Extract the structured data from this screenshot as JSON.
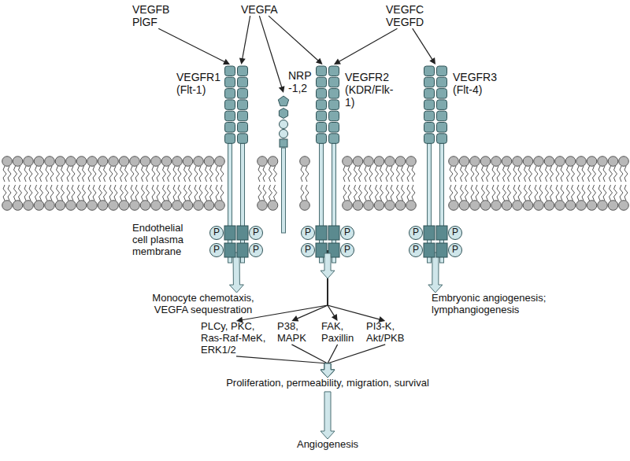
{
  "diagram": {
    "nodes": [
      {
        "text": [
          "VEGFB PlGF"
        ]
      },
      {
        "text": [
          "VEGFA"
        ]
      },
      {
        "text": [
          "VEGFC VEGFD"
        ]
      },
      {
        "text": [
          "VEGFR1 (Flt-1)"
        ]
      },
      {
        "text": [
          "NRP -1,2"
        ]
      },
      {
        "text": [
          "VEGFR2 (KDR/Flk-1)"
        ]
      },
      {
        "text": [
          "VEGFR3 (Flt-4)"
        ]
      },
      {
        "text": [
          "P"
        ]
      },
      {
        "text": [
          "P"
        ]
      },
      {
        "text": [
          "P"
        ]
      },
      {
        "text": [
          "P"
        ]
      },
      {
        "text": [
          "P"
        ]
      },
      {
        "text": [
          "P"
        ]
      },
      {
        "text": [
          "P"
        ]
      },
      {
        "text": [
          "P"
        ]
      },
      {
        "text": [
          "P"
        ]
      },
      {
        "text": [
          "P"
        ]
      },
      {
        "text": [
          "P"
        ]
      },
      {
        "text": [
          "P"
        ]
      },
      {
        "text": [
          "Monocyte chemotaxis, VEGFA sequestration"
        ]
      },
      {
        "text": [
          "Embryonic angiogenesis; lymphangiogenesis"
        ]
      },
      {
        "text": [
          "PLCy, PKC, Ras-Raf-MeK, ERK1/2"
        ]
      },
      {
        "text": [
          "P38, MAPK"
        ]
      },
      {
        "text": [
          "FAK, Paxillin"
        ]
      },
      {
        "text": [
          "PI3-K, Akt/PKB"
        ]
      },
      {
        "text": [
          "Proliferation, permeability, migration, survival"
        ]
      },
      {
        "text": [
          "Angiogenesis"
        ]
      }
    ],
    "edges": [
      {
        "from": 0,
        "to": 3,
        "arrow": "to"
      },
      {
        "from": 1,
        "to": 3,
        "arrow": "to"
      },
      {
        "from": 1,
        "to": 4,
        "arrow": "to"
      },
      {
        "from": 1,
        "to": 5,
        "arrow": "to"
      },
      {
        "from": 2,
        "to": 5,
        "arrow": "to"
      },
      {
        "from": 2,
        "to": 6,
        "arrow": "to"
      },
      {
        "from": 3,
        "to": 19,
        "arrow": "to"
      },
      {
        "from": 6,
        "to": 20,
        "arrow": "to"
      },
      {
        "from": 5,
        "to": 21,
        "arrow": "to"
      },
      {
        "from": 5,
        "to": 22,
        "arrow": "to"
      },
      {
        "from": 5,
        "to": 23,
        "arrow": "to"
      },
      {
        "from": 5,
        "to": 24,
        "arrow": "to"
      },
      {
        "from": 21,
        "to": 25,
        "arrow": "to"
      },
      {
        "from": 22,
        "to": 25,
        "arrow": "to"
      },
      {
        "from": 23,
        "to": 25,
        "arrow": "to"
      },
      {
        "from": 24,
        "to": 25,
        "arrow": "to"
      },
      {
        "from": 25,
        "to": 26,
        "arrow": "to"
      }
    ],
    "labels": [
      "Endothelial cell plasma membrane"
    ]
  }
}
